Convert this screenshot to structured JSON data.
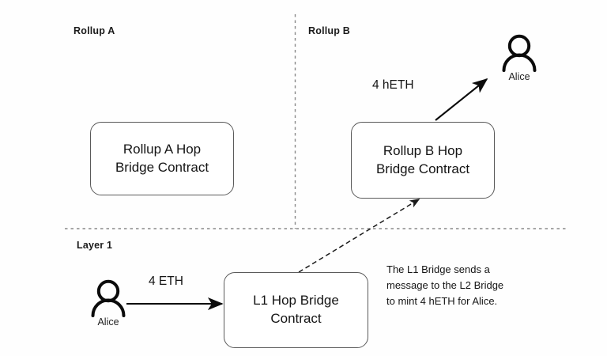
{
  "diagram": {
    "title_zones": [
      {
        "id": "rollup-a",
        "label": "Rollup A"
      },
      {
        "id": "rollup-b",
        "label": "Rollup B"
      },
      {
        "id": "layer-1",
        "label": "Layer 1"
      }
    ],
    "nodes": [
      {
        "id": "rollup-a-bridge",
        "line1": "Rollup A Hop",
        "line2": "Bridge Contract"
      },
      {
        "id": "rollup-b-bridge",
        "line1": "Rollup B Hop",
        "line2": "Bridge Contract"
      },
      {
        "id": "l1-bridge",
        "line1": "L1 Hop Bridge",
        "line2": "Contract"
      }
    ],
    "actors": [
      {
        "id": "alice-l1",
        "name": "Alice",
        "icon": "person-icon"
      },
      {
        "id": "alice-rollup-b",
        "name": "Alice",
        "icon": "person-icon"
      }
    ],
    "edges": [
      {
        "id": "deposit-edge",
        "label": "4 ETH",
        "style": "solid"
      },
      {
        "id": "mint-edge",
        "label": "4 hETH",
        "style": "solid"
      },
      {
        "id": "message-edge",
        "label": "",
        "style": "dashed"
      }
    ],
    "note": {
      "id": "bridge-message-note",
      "text": "The L1 Bridge sends a\nmessage to the L2 Bridge\nto mint 4 hETH for Alice."
    },
    "colors": {
      "background": "#fefefe",
      "box_border": "#5a5a5a",
      "text": "#141414",
      "divider": "#8a8a8a",
      "arrow": "#0b0b0b"
    }
  }
}
